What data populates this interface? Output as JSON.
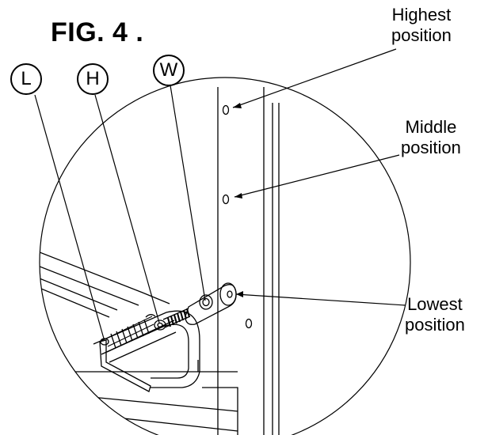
{
  "figure": {
    "title": "FIG. 4 .",
    "callouts": {
      "highest": [
        "Highest",
        "position"
      ],
      "middle": [
        "Middle",
        "position"
      ],
      "lowest": [
        "Lowest",
        "position"
      ]
    },
    "parts": {
      "L": "L",
      "H": "H",
      "W": "W"
    }
  }
}
